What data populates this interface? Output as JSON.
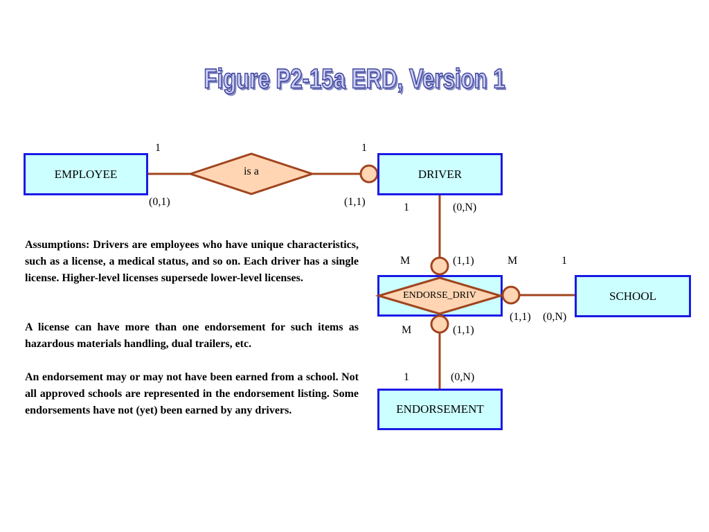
{
  "title": "Figure P2-15a ERD, Version 1",
  "entities": {
    "employee": "EMPLOYEE",
    "driver": "DRIVER",
    "school": "SCHOOL",
    "endorsement": "ENDORSEMENT"
  },
  "relationships": {
    "is_a": "is a",
    "endorse_driv": "ENDORSE_DRIV"
  },
  "cardinalities": {
    "employee_top": "1",
    "employee_bottom": "(0,1)",
    "driver_left_top": "1",
    "driver_left_bottom": "(1,1)",
    "driver_below_1": "1",
    "driver_below_0n": "(0,N)",
    "endorse_top_m": "M",
    "endorse_top_11": "(1,1)",
    "endorse_right_m": "M",
    "school_1": "1",
    "endorse_right_11": "(1,1)",
    "school_0n": "(0,N)",
    "endorse_bottom_m": "M",
    "endorse_bottom_11": "(1,1)",
    "endorsement_1": "1",
    "endorsement_0n": "(0,N)"
  },
  "assumptions": [
    "Assumptions: Drivers are employees who have unique characteristics, such as a license, a medical status, and so on. Each driver has a single license. Higher-level licenses supersede lower-level licenses.",
    "A license can have more than one endorsement for such items as hazardous materials handling, dual trailers, etc.",
    "An endorsement may or may not have been earned from a school. Not all approved schools are represented in the endorsement listing. Some endorsements have not (yet) been earned by any drivers."
  ]
}
